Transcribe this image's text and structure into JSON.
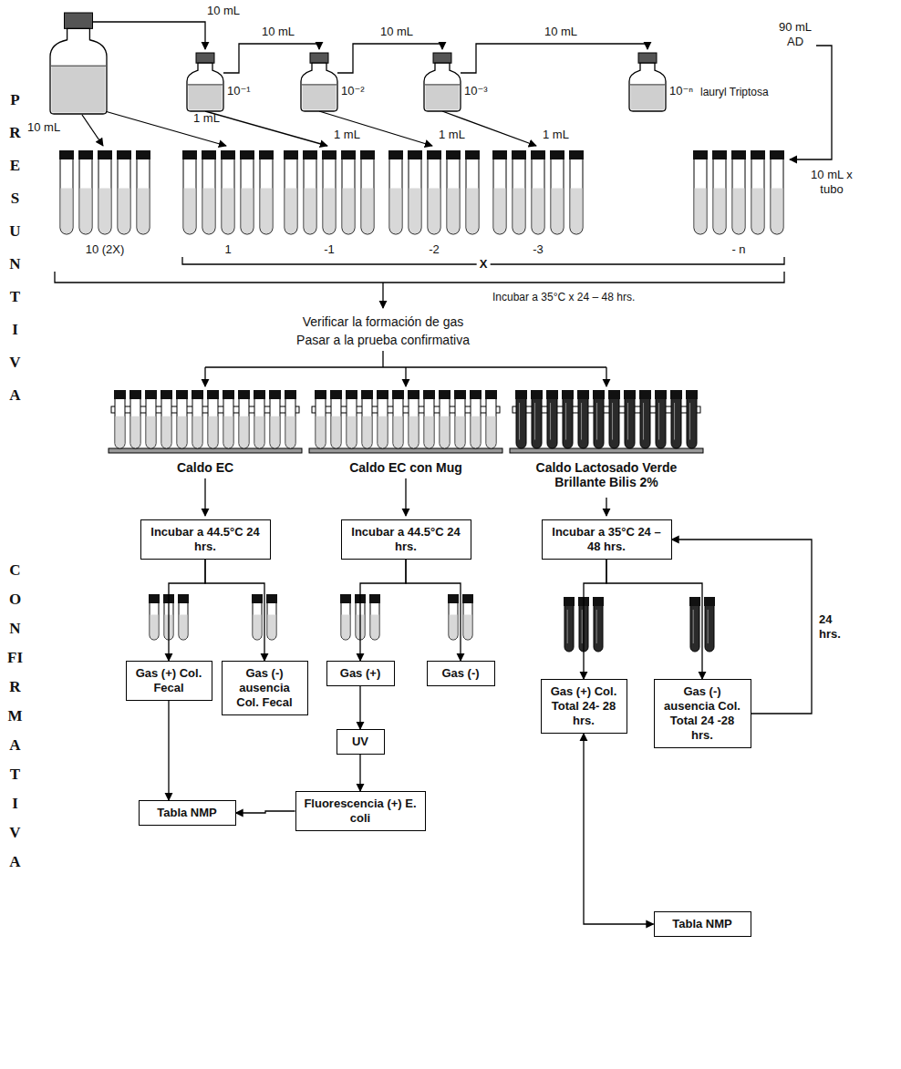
{
  "diagram": {
    "nodes": [
      {
        "text": [
          "Incubar a 44.5°C 24 hrs."
        ]
      },
      {
        "text": [
          "Incubar a 44.5°C 24 hrs."
        ]
      },
      {
        "text": [
          "Incubar a 35°C 24 – 48 hrs."
        ]
      },
      {
        "text": [
          "Gas (+) Col. Fecal"
        ]
      },
      {
        "text": [
          "Gas (-) ausencia Col. Fecal"
        ]
      },
      {
        "text": [
          "Gas (+)"
        ]
      },
      {
        "text": [
          "Gas (-)"
        ]
      },
      {
        "text": [
          "Gas (+) Col. Total 24- 28 hrs."
        ]
      },
      {
        "text": [
          "Gas (-) ausencia Col. Total 24 -28 hrs."
        ]
      },
      {
        "text": [
          "UV"
        ]
      },
      {
        "text": [
          "Fluorescencia (+) E. coli"
        ]
      },
      {
        "text": [
          "Tabla NMP"
        ]
      },
      {
        "text": [
          "Tabla NMP"
        ]
      }
    ],
    "edges": [
      {
        "from": 0,
        "to": 3,
        "arrow": "to"
      },
      {
        "from": 0,
        "to": 4,
        "arrow": "to"
      },
      {
        "from": 1,
        "to": 5,
        "arrow": "to"
      },
      {
        "from": 1,
        "to": 6,
        "arrow": "to"
      },
      {
        "from": 2,
        "to": 7,
        "arrow": "to"
      },
      {
        "from": 2,
        "to": 8,
        "arrow": "to"
      },
      {
        "from": 3,
        "to": 11,
        "arrow": "to"
      },
      {
        "from": 5,
        "to": 9,
        "arrow": "to"
      },
      {
        "from": 9,
        "to": 10,
        "arrow": "to"
      },
      {
        "from": 10,
        "to": 11,
        "arrow": "to"
      },
      {
        "from": 8,
        "to": 2,
        "label": "24 hrs.",
        "arrow": "to"
      },
      {
        "from": 7,
        "to": 12,
        "arrow": "both"
      }
    ],
    "labels": [
      "PRESUNTIVA",
      "10 mL",
      "10 mL",
      "10 mL",
      "10 mL",
      "90 mL AD",
      "10⁻¹",
      "10⁻²",
      "10⁻³",
      "10⁻ⁿ",
      "lauryl Triptosa",
      "10 mL",
      "1 mL",
      "1 mL",
      "1 mL",
      "1 mL",
      "10 mL x tubo",
      "10 (2X)",
      "1",
      "-1",
      "-2",
      "X",
      "-3",
      "- n",
      "Incubar a 35°C x 24 – 48 hrs.",
      "Verificar la formación de gas",
      "Pasar a la prueba confirmativa",
      "CONFIRMATIVA",
      "Caldo EC",
      "Caldo EC con Mug",
      "Caldo Lactosado Verde Brillante Bilis 2%"
    ]
  }
}
